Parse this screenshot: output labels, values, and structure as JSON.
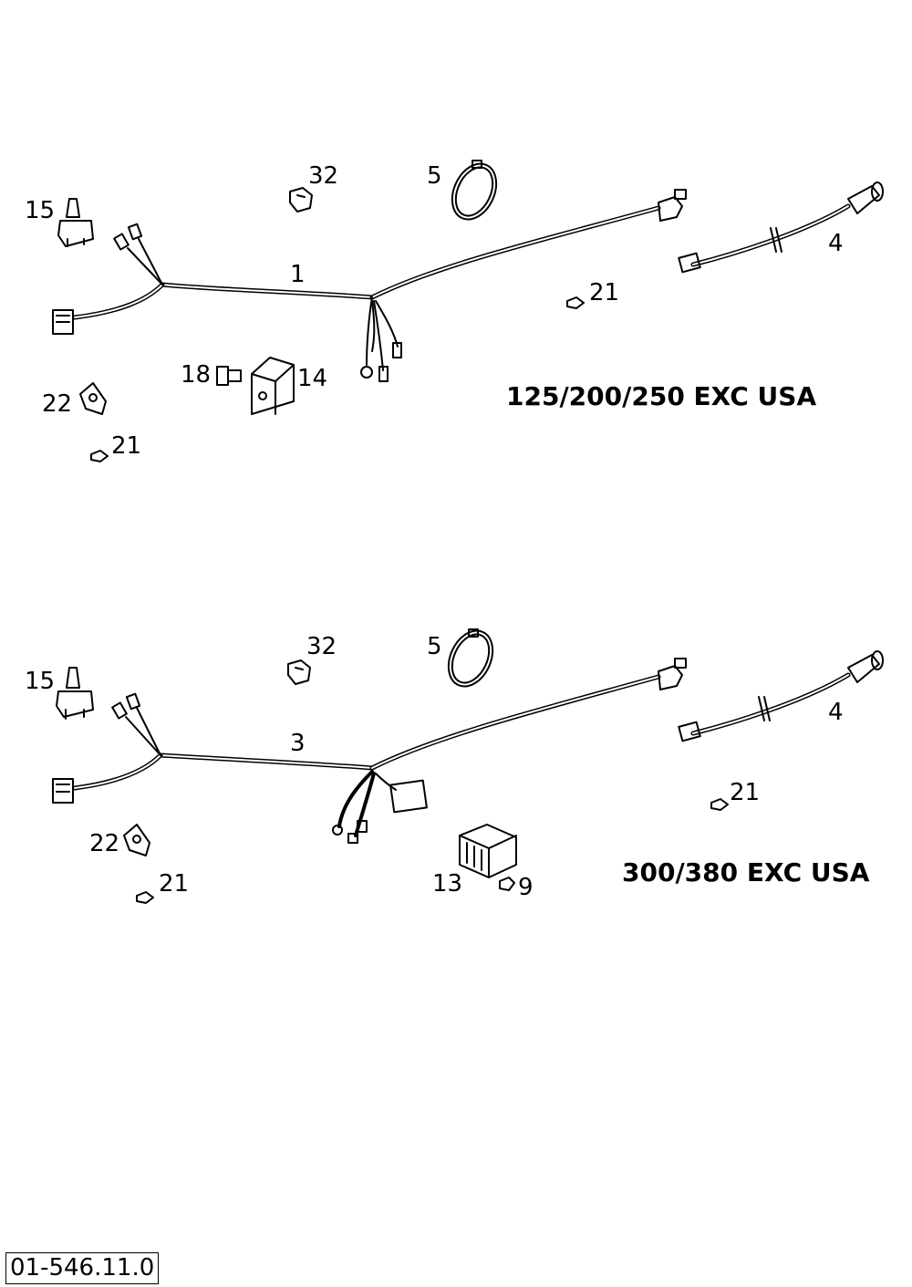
{
  "diagram": {
    "doc_number": "01-546.11.0",
    "panels": [
      {
        "model": "125/200/250 EXC USA",
        "callouts": {
          "n32": "32",
          "n5": "5",
          "n15": "15",
          "n4": "4",
          "n1": "1",
          "n21a": "21",
          "n18": "18",
          "n14": "14",
          "n22": "22",
          "n21b": "21"
        }
      },
      {
        "model": "300/380 EXC USA",
        "callouts": {
          "n32": "32",
          "n5": "5",
          "n15": "15",
          "n4": "4",
          "n3": "3",
          "n21a": "21",
          "n22": "22",
          "n13": "13",
          "n9": "9",
          "n21b": "21"
        }
      }
    ]
  }
}
